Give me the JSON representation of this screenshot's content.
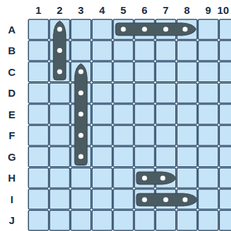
{
  "diagram": {
    "labels": [
      "1",
      "2",
      "3",
      "4",
      "5",
      "6",
      "7",
      "8",
      "9",
      "10",
      "A",
      "B",
      "C",
      "D",
      "E",
      "F",
      "G",
      "H",
      "I",
      "J"
    ]
  }
}
